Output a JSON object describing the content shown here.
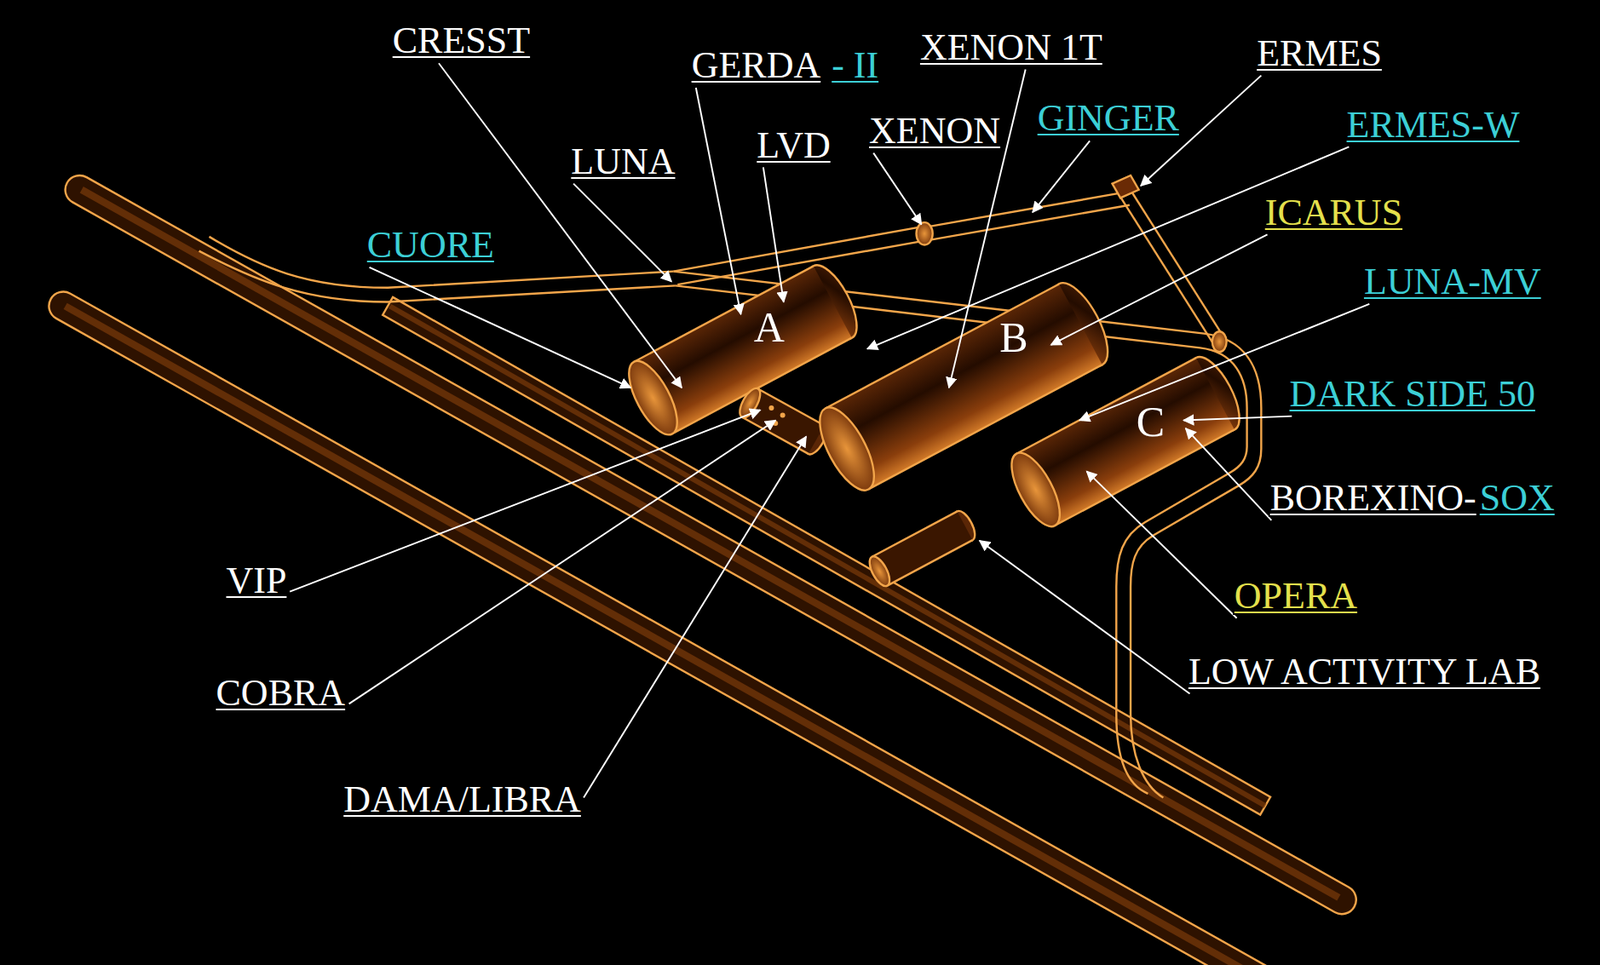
{
  "diagram": {
    "labels": [
      "CRESST",
      "GERDA",
      "- II",
      "XENON 1T",
      "ERMES",
      "LUNA",
      "LVD",
      "XENON",
      "GINGER",
      "ERMES-W",
      "ICARUS",
      "CUORE",
      "A",
      "B",
      "LUNA-MV",
      "C",
      "DARK SIDE 50",
      "BOREXINO-",
      "SOX",
      "OPERA",
      "LOW ACTIVITY LAB",
      "VIP",
      "COBRA",
      "DAMA/LIBRA"
    ]
  }
}
